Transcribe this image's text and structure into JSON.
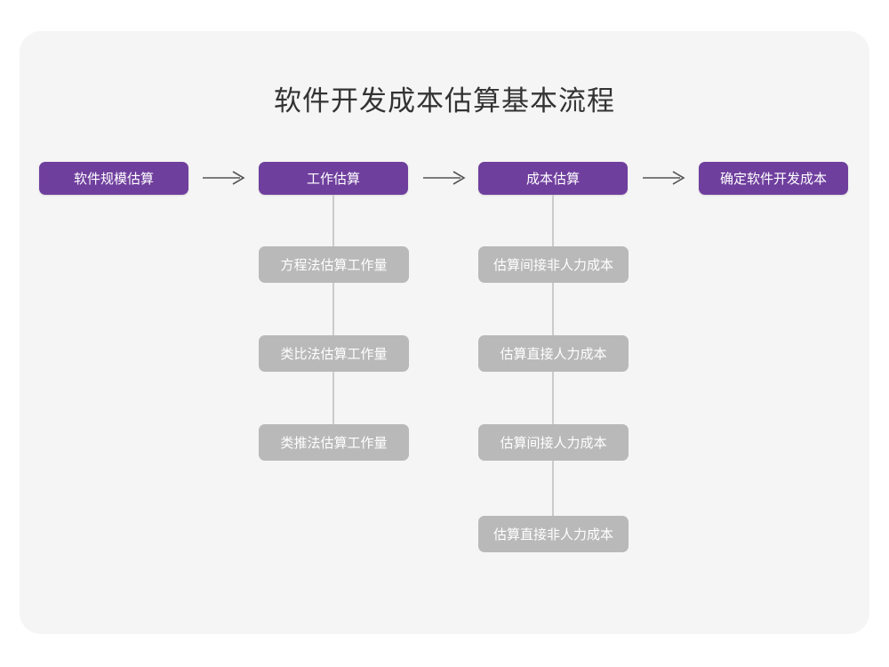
{
  "page": {
    "title": "软件开发成本估算基本流程",
    "background_color": "#ffffff",
    "card_color": "#f5f5f5"
  },
  "colors": {
    "primary": "#6f3f9e",
    "secondary": "#b9b9b9",
    "connector": "#cbcbcb",
    "arrow": "#555555",
    "title_text": "#333333",
    "node_text": "#ffffff"
  },
  "diagram": {
    "type": "flowchart",
    "main_flow": [
      {
        "id": "step-1",
        "label": "软件规模估算",
        "has_substeps": false
      },
      {
        "id": "step-2",
        "label": "工作估算",
        "has_substeps": true
      },
      {
        "id": "step-3",
        "label": "成本估算",
        "has_substeps": true
      },
      {
        "id": "step-4",
        "label": "确定软件开发成本",
        "has_substeps": false
      }
    ],
    "arrows": [
      {
        "id": "arrow-1",
        "from": "step-1",
        "to": "step-2",
        "glyph": "→"
      },
      {
        "id": "arrow-2",
        "from": "step-2",
        "to": "step-3",
        "glyph": "→"
      },
      {
        "id": "arrow-3",
        "from": "step-3",
        "to": "step-4",
        "glyph": "→"
      }
    ],
    "substeps": [
      {
        "parent": "step-2",
        "items": [
          {
            "id": "sub-2-1",
            "label": "方程法估算工作量"
          },
          {
            "id": "sub-2-2",
            "label": "类比法估算工作量"
          },
          {
            "id": "sub-2-3",
            "label": "类推法估算工作量"
          }
        ]
      },
      {
        "parent": "step-3",
        "items": [
          {
            "id": "sub-3-1",
            "label": "估算间接非人力成本"
          },
          {
            "id": "sub-3-2",
            "label": "估算直接人力成本"
          },
          {
            "id": "sub-3-3",
            "label": "估算间接人力成本"
          },
          {
            "id": "sub-3-4",
            "label": "估算直接非人力成本"
          }
        ]
      }
    ]
  }
}
